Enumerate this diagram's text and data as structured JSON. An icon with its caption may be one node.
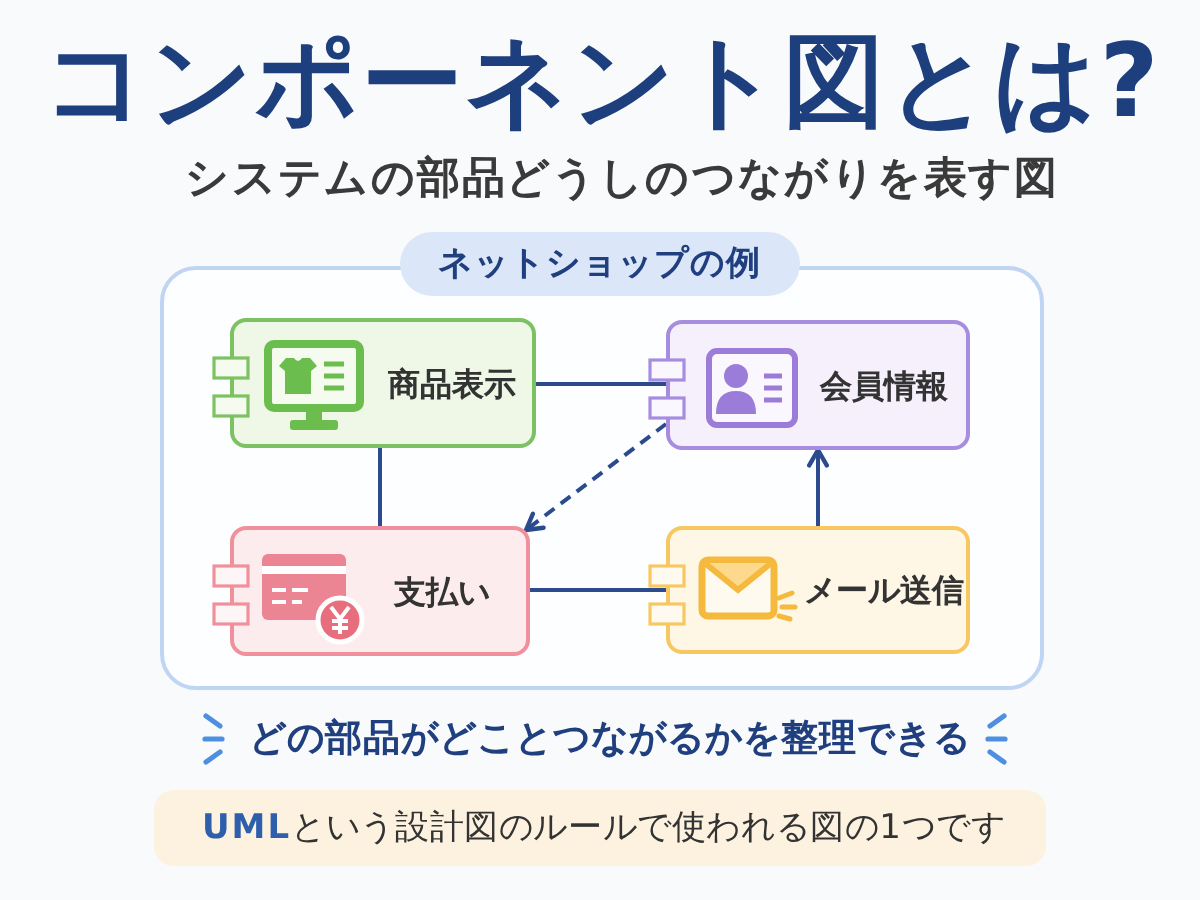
{
  "diagram": {
    "title": "コンポーネント図とは?",
    "nodes": [
      {
        "text": [
          "ネットショップの例"
        ]
      },
      {
        "text": [
          "商品表示"
        ],
        "in": 0
      },
      {
        "text": [
          "会員情報"
        ],
        "in": 0
      },
      {
        "text": [
          "支払い"
        ],
        "in": 0
      },
      {
        "text": [
          "メール送信"
        ],
        "in": 0
      },
      {
        "text": [
          "**UML**という設計図のルールで使われる図の1つです"
        ]
      }
    ],
    "edges": [
      {
        "from": 1,
        "to": 2,
        "arrow": "none"
      },
      {
        "from": 1,
        "to": 3,
        "arrow": "none"
      },
      {
        "from": 2,
        "to": 3,
        "arrow": "to",
        "style": "dashed"
      },
      {
        "from": 3,
        "to": 4,
        "arrow": "none"
      },
      {
        "from": 4,
        "to": 2,
        "arrow": "to"
      }
    ],
    "labels": [
      "システムの部品どうしのつながりを表す図",
      "どの部品がどことつながるかを整理できる"
    ]
  }
}
